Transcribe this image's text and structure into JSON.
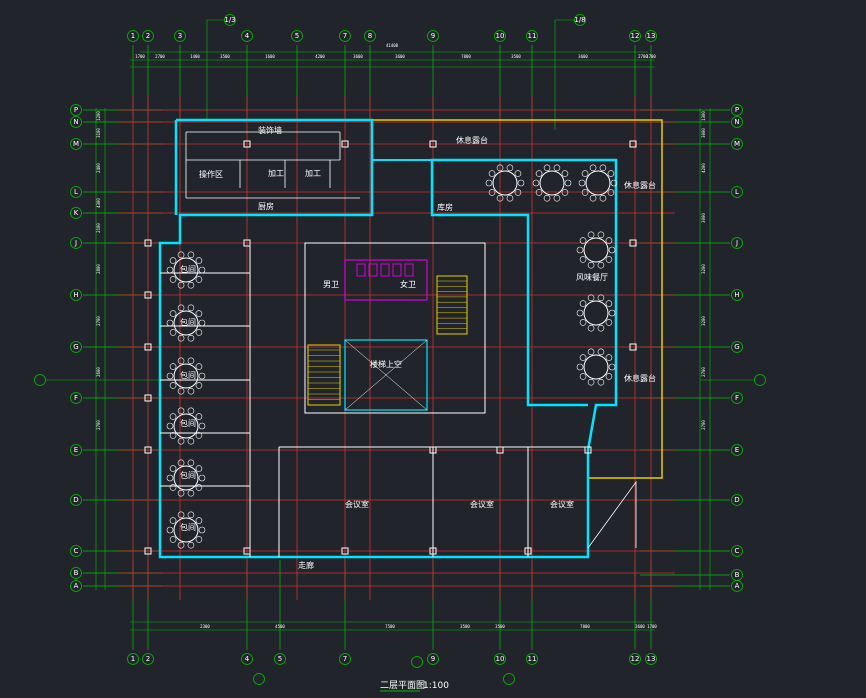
{
  "drawing": {
    "title": "二层平面图",
    "scale": "1:100"
  },
  "axes": {
    "top": [
      "1",
      "2",
      "3",
      "4",
      "5",
      "7",
      "8",
      "9",
      "10",
      "11",
      "12",
      "13"
    ],
    "bottom": [
      "1",
      "2",
      "4",
      "5",
      "7",
      "9",
      "10",
      "11",
      "12",
      "13"
    ],
    "left": [
      "P",
      "N",
      "M",
      "L",
      "K",
      "J",
      "H",
      "G",
      "F",
      "E",
      "D",
      "C",
      "B",
      "A"
    ],
    "right": [
      "P",
      "N",
      "M",
      "L",
      "J",
      "H",
      "G",
      "F",
      "E",
      "D",
      "C",
      "B",
      "A"
    ],
    "callouts": [
      "1/3",
      "1/8"
    ]
  },
  "dimensions": {
    "top_overall": "41400",
    "top_row": [
      "1700",
      "2700",
      "1400",
      "3500",
      "1600",
      "4200",
      "3600",
      "3600",
      "7800",
      "3500",
      "3600",
      "2700",
      "1700"
    ],
    "bottom_row": [
      "2300",
      "4500",
      "7500",
      "3500",
      "3500",
      "7800",
      "3600",
      "1700"
    ],
    "left_col": [
      "1200",
      "3100",
      "2400",
      "4300",
      "2100",
      "2800",
      "2700",
      "2600",
      "2700"
    ],
    "right_col": [
      "1300",
      "3000",
      "4200",
      "3000",
      "3200",
      "3200",
      "2700",
      "2700"
    ]
  },
  "rooms": {
    "decorative_wall": "装饰墙",
    "operation_area": "操作区",
    "processing_1": "加工",
    "processing_2": "加工",
    "kitchen": "厨房",
    "rest_platform_top": "休息露台",
    "rest_platform_right_top": "休息露台",
    "rest_platform_right_bottom": "休息露台",
    "feature_hall": "风味餐厅",
    "private_rooms": [
      "包间",
      "包间",
      "包间",
      "包间",
      "包间",
      "包间"
    ],
    "meeting_1": "会议室",
    "meeting_2": "会议室",
    "meeting_3": "会议室",
    "corridor": "走廊",
    "male_wc": "男卫",
    "female_wc": "女卫",
    "upper_space": "楼梯上空",
    "store": "库房"
  },
  "colors": {
    "background": "#21252b",
    "axis": "#00c000",
    "wall": "#00e5ff",
    "column_grid": "#d03030",
    "partition": "#ffffff",
    "terrace_edge": "#e8d000",
    "toilet": "#d800d8"
  }
}
